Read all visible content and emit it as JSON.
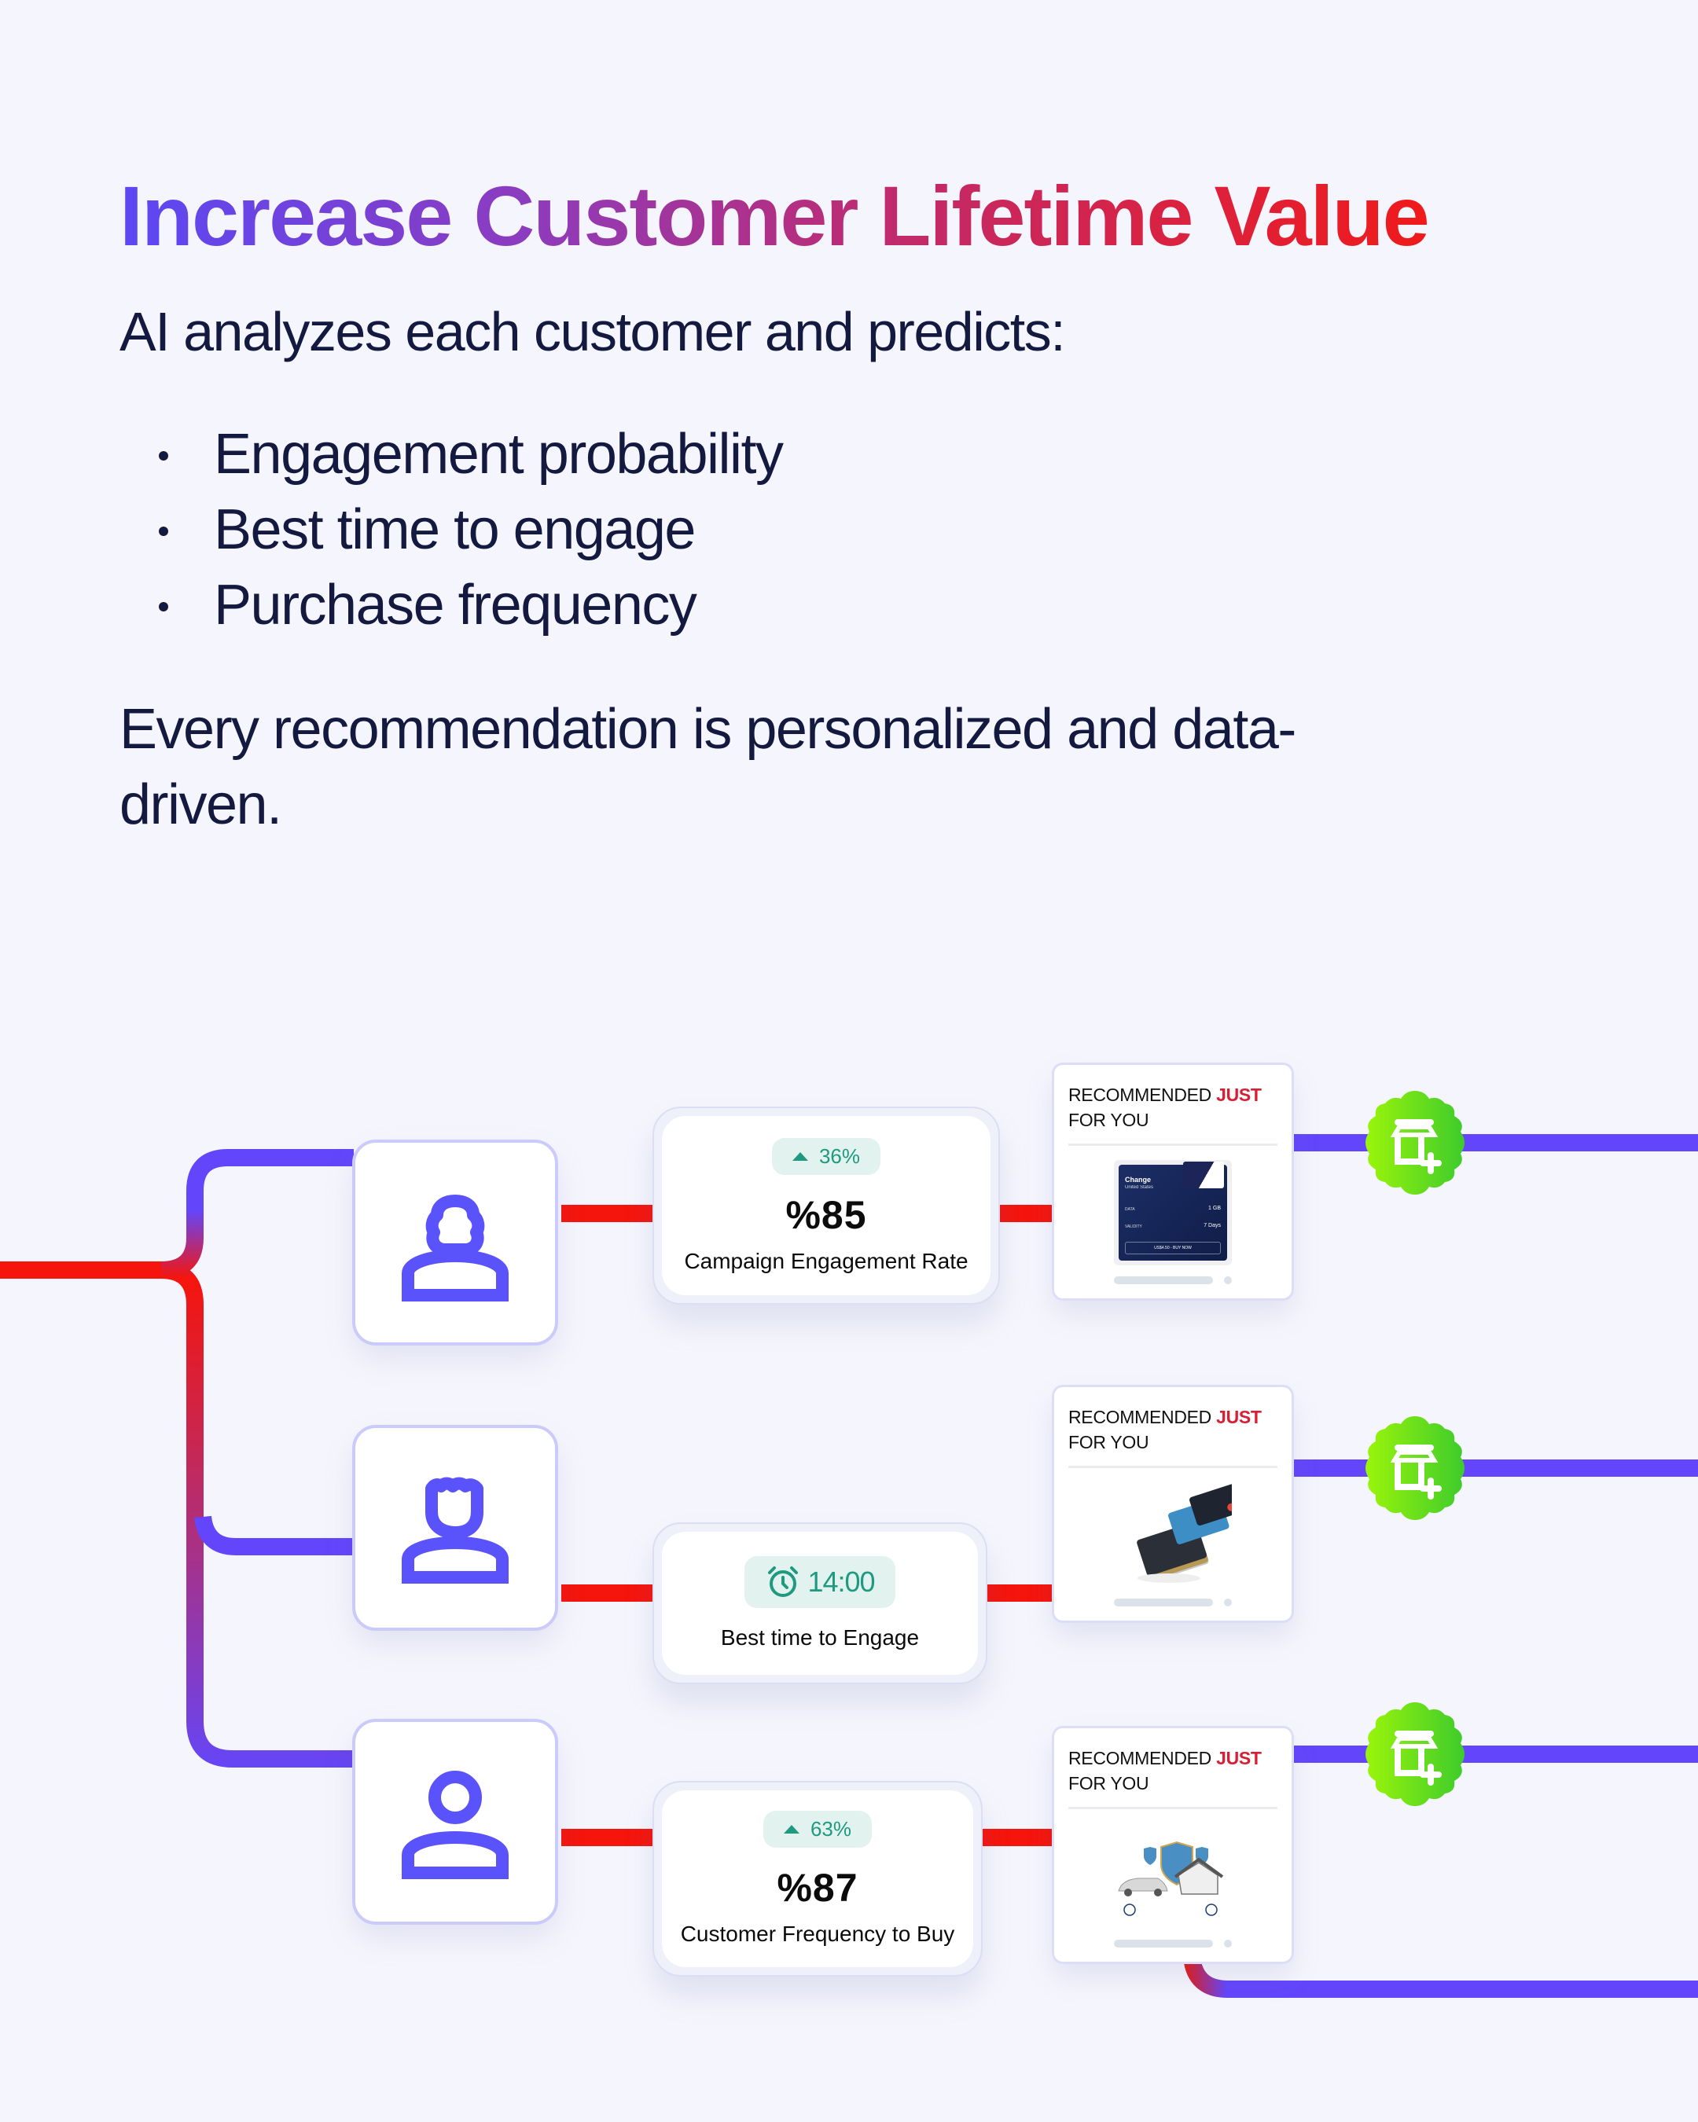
{
  "header": {
    "title": "Increase Customer Lifetime Value",
    "subtitle": "AI analyzes each customer and predicts:",
    "bullets": [
      "Engagement probability",
      "Best time to engage",
      "Purchase frequency"
    ],
    "paragraph": "Every recommendation is personalized and data-driven."
  },
  "colors": {
    "purple": "#6346fb",
    "red": "#f5150d",
    "accent_green": "#1f9a80",
    "badge_green_start": "#9bf50a",
    "badge_green_end": "#3ecb2c"
  },
  "rows": [
    {
      "avatar_icon": "user-female-icon",
      "metric": {
        "change": "36%",
        "change_direction": "up",
        "value": "%85",
        "label": "Campaign Engagement Rate"
      },
      "recommendation": {
        "title_prefix": "RECOMMENDED",
        "title_highlight": "JUST",
        "title_suffix": "FOR YOU",
        "image": "esim-data-plan-card",
        "plan": {
          "name": "Change",
          "country": "United States",
          "data_label": "DATA",
          "data_value": "1 GB",
          "validity_label": "VALIDITY",
          "validity_value": "7 Days",
          "cta": "US$4.50 - BUY NOW"
        }
      },
      "badge_icon": "store-add-icon"
    },
    {
      "avatar_icon": "user-male-icon",
      "metric": {
        "time_icon": "alarm-clock-icon",
        "value": "14:00",
        "label": "Best time to Engage"
      },
      "recommendation": {
        "title_prefix": "RECOMMENDED",
        "title_highlight": "JUST",
        "title_suffix": "FOR YOU",
        "image": "credit-cards-stack"
      },
      "badge_icon": "store-add-icon"
    },
    {
      "avatar_icon": "user-icon",
      "metric": {
        "change": "63%",
        "change_direction": "up",
        "value": "%87",
        "label": "Customer Frequency to Buy"
      },
      "recommendation": {
        "title_prefix": "RECOMMENDED",
        "title_highlight": "JUST",
        "title_suffix": "FOR YOU",
        "image": "car-home-insurance-shield"
      },
      "badge_icon": "store-add-icon"
    }
  ]
}
